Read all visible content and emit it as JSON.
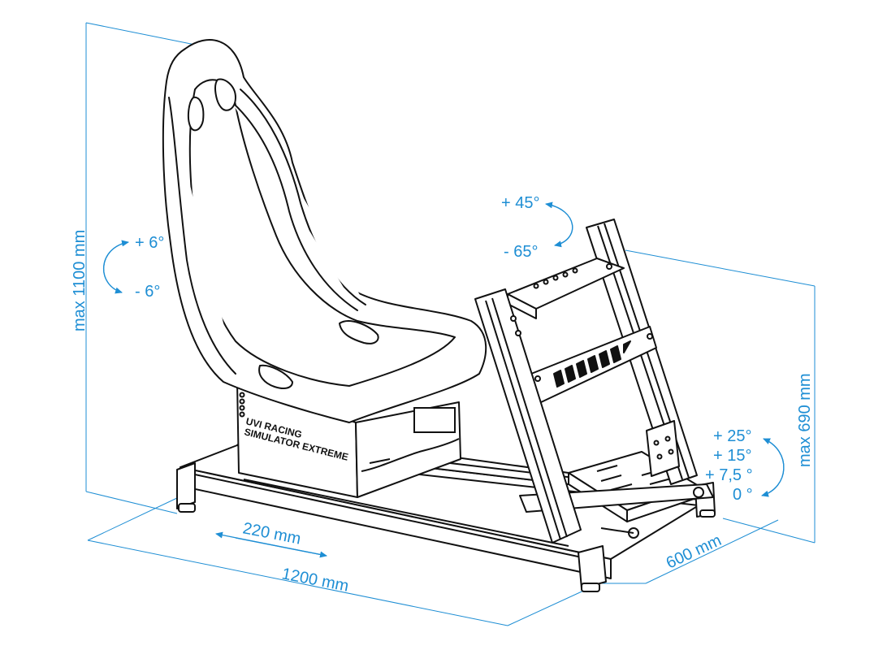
{
  "colors": {
    "dimension": "#1e8ed4",
    "outline": "#111111",
    "background": "#ffffff"
  },
  "dimensions": {
    "max_height": "max 1100 mm",
    "pedal_height": "max 690 mm",
    "seat_slide": "220 mm",
    "length": "1200 mm",
    "width": "600 mm"
  },
  "angles": {
    "seat_tilt_up": "+ 6°",
    "seat_tilt_down": "- 6°",
    "wheel_tilt_up": "+ 45°",
    "wheel_tilt_down": "- 65°",
    "pedal_angles": [
      "+ 25°",
      "+ 15°",
      "+ 7,5 °",
      "0 °"
    ]
  },
  "branding": {
    "line1": "UVI RACING",
    "line2": "SIMULATOR EXTREME"
  }
}
